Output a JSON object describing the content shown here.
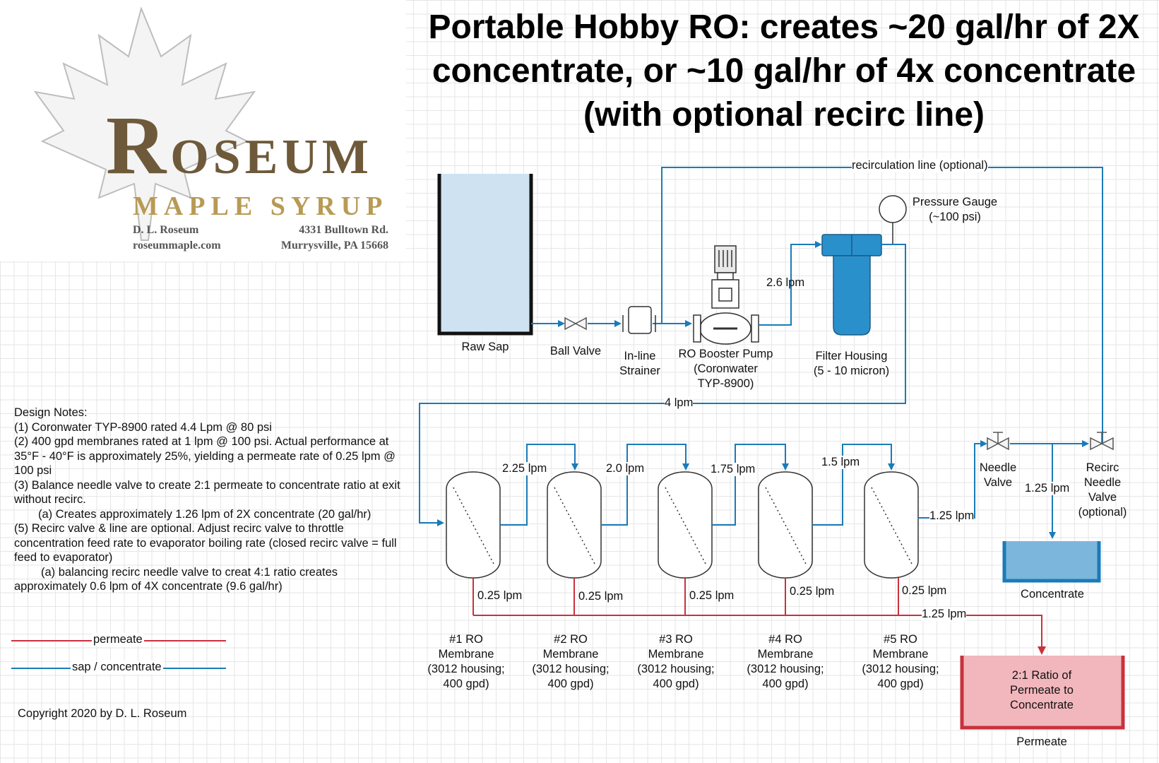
{
  "title": "Portable Hobby RO: creates ~20 gal/hr of 2X concentrate, or ~10 gal/hr of 4x concentrate (with optional recirc line)",
  "logo": {
    "brand": "ROSEUM",
    "sub": "MAPLE SYRUP",
    "owner": "D. L. Roseum",
    "website": "roseummaple.com",
    "address1": "4331 Bulltown Rd.",
    "address2": "Murrysville, PA 15668"
  },
  "components": {
    "raw_sap": "Raw Sap",
    "ball_valve": "Ball Valve",
    "strainer_1": "In-line",
    "strainer_2": "Strainer",
    "pump_1": "RO Booster Pump",
    "pump_2": "(Coronwater",
    "pump_3": "TYP-8900)",
    "gauge_1": "Pressure Gauge",
    "gauge_2": "(~100 psi)",
    "filter_1": "Filter Housing",
    "filter_2": "(5 - 10 micron)",
    "needle_1": "Needle",
    "needle_2": "Valve",
    "recirc_1": "Recirc",
    "recirc_2": "Needle",
    "recirc_3": "Valve",
    "recirc_4": "(optional)",
    "concentrate": "Concentrate",
    "permeate": "Permeate",
    "ratio_1": "2:1 Ratio of",
    "ratio_2": "Permeate to",
    "ratio_3": "Concentrate"
  },
  "flows": {
    "recirc_line": "recirculation line (optional)",
    "pump_out": "2.6 lpm",
    "feed": "4 lpm",
    "m1_m2": "2.25 lpm",
    "m2_m3": "2.0 lpm",
    "m3_m4": "1.75 lpm",
    "m4_m5": "1.5 lpm",
    "m5_out": "1.25 lpm",
    "conc_out": "1.25 lpm",
    "perm_total": "1.25 lpm",
    "perm_each": "0.25 lpm"
  },
  "membranes": [
    {
      "name": "#1 RO",
      "l2": "Membrane",
      "l3": "(3012 housing;",
      "l4": "400 gpd)"
    },
    {
      "name": "#2 RO",
      "l2": "Membrane",
      "l3": "(3012 housing;",
      "l4": "400 gpd)"
    },
    {
      "name": "#3 RO",
      "l2": "Membrane",
      "l3": "(3012 housing;",
      "l4": "400 gpd)"
    },
    {
      "name": "#4 RO",
      "l2": "Membrane",
      "l3": "(3012 housing;",
      "l4": "400 gpd)"
    },
    {
      "name": "#5 RO",
      "l2": "Membrane",
      "l3": "(3012 housing;",
      "l4": "400 gpd)"
    }
  ],
  "notes": {
    "heading": "Design Notes:",
    "n1": "(1) Coronwater TYP-8900 rated 4.4 Lpm @ 80 psi",
    "n2": "(2) 400 gpd membranes rated at 1 lpm @ 100 psi.  Actual performance at 35°F - 40°F is approximately 25%, yielding a permeate rate of 0.25 lpm @ 100 psi",
    "n3": "(3) Balance needle valve to create 2:1 permeate to concentrate ratio at exit without recirc.",
    "n3a": "(a) Creates approximately 1.26 lpm of 2X concentrate (20 gal/hr)",
    "n5": "(5) Recirc valve & line are optional.  Adjust recirc valve to throttle concentration feed rate to evaporator boiling rate (closed recirc valve = full feed to evaporator)",
    "n5a": "(a) balancing recirc needle valve to creat 4:1 ratio creates approximately 0.6 lpm of 4X concentrate (9.6 gal/hr)"
  },
  "legend": {
    "permeate": "permeate",
    "sap": "sap / concentrate",
    "permeate_color": "#c8323c",
    "sap_color": "#1a7bb8"
  },
  "copyright": "Copyright 2020 by D. L. Roseum"
}
